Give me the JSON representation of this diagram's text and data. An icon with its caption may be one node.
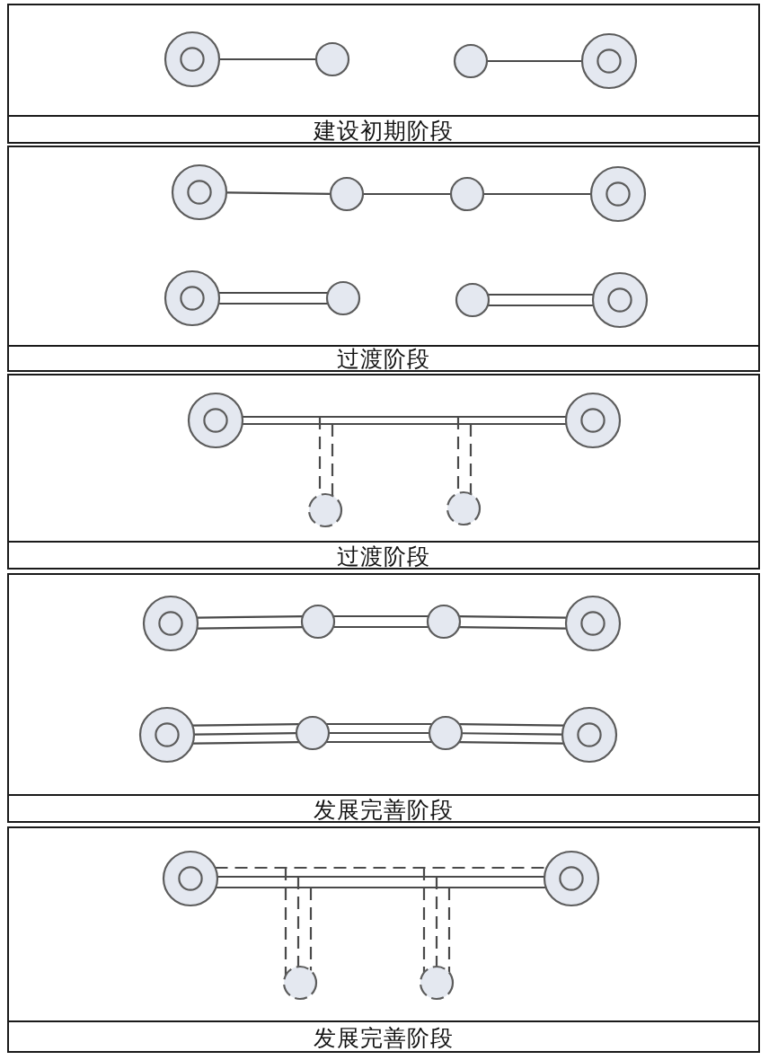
{
  "diagram": {
    "nodes": [
      {
        "text": [
          "建设初期阶段"
        ]
      },
      {
        "text": [],
        "shape": "double-circle",
        "in": 0
      },
      {
        "text": [],
        "shape": "circle",
        "in": 0
      },
      {
        "text": [],
        "shape": "circle",
        "in": 0
      },
      {
        "text": [],
        "shape": "double-circle",
        "in": 0
      },
      {
        "text": [
          "过渡阶段"
        ]
      },
      {
        "text": [],
        "shape": "double-circle",
        "in": 5
      },
      {
        "text": [],
        "shape": "circle",
        "in": 5
      },
      {
        "text": [],
        "shape": "circle",
        "in": 5
      },
      {
        "text": [],
        "shape": "double-circle",
        "in": 5
      },
      {
        "text": [],
        "shape": "double-circle",
        "in": 5
      },
      {
        "text": [],
        "shape": "circle",
        "in": 5
      },
      {
        "text": [],
        "shape": "circle",
        "in": 5
      },
      {
        "text": [],
        "shape": "double-circle",
        "in": 5
      },
      {
        "text": [
          "过渡阶段"
        ]
      },
      {
        "text": [],
        "shape": "double-circle",
        "in": 14
      },
      {
        "text": [],
        "shape": "double-circle",
        "in": 14
      },
      {
        "text": [],
        "shape": "circle",
        "in": 14
      },
      {
        "text": [],
        "shape": "circle",
        "in": 14
      },
      {
        "text": [
          "发展完善阶段"
        ]
      },
      {
        "text": [],
        "shape": "double-circle",
        "in": 19
      },
      {
        "text": [],
        "shape": "circle",
        "in": 19
      },
      {
        "text": [],
        "shape": "circle",
        "in": 19
      },
      {
        "text": [],
        "shape": "double-circle",
        "in": 19
      },
      {
        "text": [],
        "shape": "double-circle",
        "in": 19
      },
      {
        "text": [],
        "shape": "circle",
        "in": 19
      },
      {
        "text": [],
        "shape": "circle",
        "in": 19
      },
      {
        "text": [],
        "shape": "double-circle",
        "in": 19
      },
      {
        "text": [
          "发展完善阶段"
        ]
      },
      {
        "text": [],
        "shape": "double-circle",
        "in": 28
      },
      {
        "text": [],
        "shape": "double-circle",
        "in": 28
      },
      {
        "text": [],
        "shape": "circle",
        "in": 28
      },
      {
        "text": [],
        "shape": "circle",
        "in": 28
      }
    ],
    "edges": [
      {
        "from": 1,
        "to": 2,
        "arrow": "none"
      },
      {
        "from": 3,
        "to": 4,
        "arrow": "none"
      },
      {
        "from": 6,
        "to": 7,
        "arrow": "none"
      },
      {
        "from": 7,
        "to": 8,
        "arrow": "none"
      },
      {
        "from": 8,
        "to": 9,
        "arrow": "none"
      },
      {
        "from": 10,
        "to": 11,
        "arrow": "none"
      },
      {
        "from": 10,
        "to": 11,
        "arrow": "none"
      },
      {
        "from": 12,
        "to": 13,
        "arrow": "none"
      },
      {
        "from": 12,
        "to": 13,
        "arrow": "none"
      },
      {
        "from": 15,
        "to": 16,
        "arrow": "none"
      },
      {
        "from": 15,
        "to": 16,
        "arrow": "none"
      },
      {
        "from": null,
        "to": 17,
        "arrow": "none",
        "style": "dashed"
      },
      {
        "from": null,
        "to": 17,
        "arrow": "none",
        "style": "dashed"
      },
      {
        "from": null,
        "to": 18,
        "arrow": "none",
        "style": "dashed"
      },
      {
        "from": null,
        "to": 18,
        "arrow": "none",
        "style": "dashed"
      },
      {
        "from": 20,
        "to": 21,
        "arrow": "none"
      },
      {
        "from": 20,
        "to": 21,
        "arrow": "none"
      },
      {
        "from": 21,
        "to": 22,
        "arrow": "none"
      },
      {
        "from": 21,
        "to": 22,
        "arrow": "none"
      },
      {
        "from": 22,
        "to": 23,
        "arrow": "none"
      },
      {
        "from": 22,
        "to": 23,
        "arrow": "none"
      },
      {
        "from": 24,
        "to": 25,
        "arrow": "none"
      },
      {
        "from": 24,
        "to": 25,
        "arrow": "none"
      },
      {
        "from": 24,
        "to": 25,
        "arrow": "none"
      },
      {
        "from": 25,
        "to": 26,
        "arrow": "none"
      },
      {
        "from": 25,
        "to": 26,
        "arrow": "none"
      },
      {
        "from": 25,
        "to": 26,
        "arrow": "none"
      },
      {
        "from": 26,
        "to": 27,
        "arrow": "none"
      },
      {
        "from": 26,
        "to": 27,
        "arrow": "none"
      },
      {
        "from": 26,
        "to": 27,
        "arrow": "none"
      },
      {
        "from": 29,
        "to": 30,
        "arrow": "none",
        "style": "dashed"
      },
      {
        "from": 29,
        "to": 30,
        "arrow": "none"
      },
      {
        "from": 29,
        "to": 30,
        "arrow": "none"
      },
      {
        "from": null,
        "to": 31,
        "arrow": "none",
        "style": "dashed"
      },
      {
        "from": null,
        "to": 31,
        "arrow": "none",
        "style": "dashed"
      },
      {
        "from": null,
        "to": 31,
        "arrow": "none",
        "style": "dashed"
      },
      {
        "from": null,
        "to": 32,
        "arrow": "none",
        "style": "dashed"
      },
      {
        "from": null,
        "to": 32,
        "arrow": "none",
        "style": "dashed"
      },
      {
        "from": null,
        "to": 32,
        "arrow": "none",
        "style": "dashed"
      }
    ]
  }
}
